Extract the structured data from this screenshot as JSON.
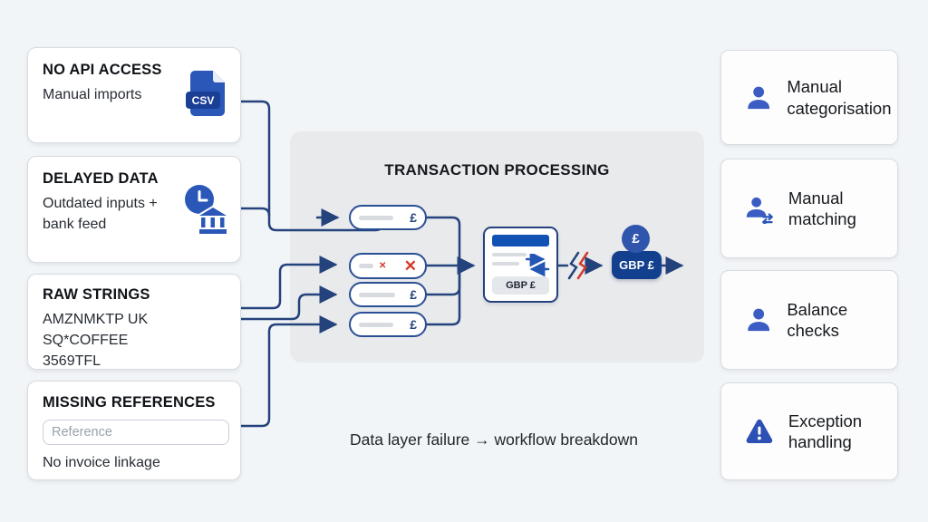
{
  "colors": {
    "background": "#f2f5f7",
    "panel": "#e8eaec",
    "navy_line": "#24427c",
    "blue": "#2456b4",
    "icon_blue": "#3a5cc3",
    "red": "#d5392b",
    "badge_navy": "#123f8e",
    "coin_blue": "#2f55ad"
  },
  "left_cards": [
    {
      "title": "NO API ACCESS",
      "lines": [
        "Manual imports"
      ],
      "icon": "csv-file",
      "csv_label": "CSV"
    },
    {
      "title": "DELAYED DATA",
      "lines": [
        "Outdated inputs +",
        "bank feed"
      ],
      "icon": "clock-bank"
    },
    {
      "title": "RAW STRINGS",
      "lines": [
        "AMZNMKTP UK",
        "SQ*COFFEE",
        "3569TFL"
      ]
    },
    {
      "title": "MISSING REFERENCES",
      "input_placeholder": "Reference",
      "lines": [
        "No invoice linkage"
      ]
    }
  ],
  "center": {
    "title": "TRANSACTION PROCESSING",
    "pound": "£",
    "fail_x_small": "✕",
    "fail_x_large": "✕",
    "doc_currency": "GBP £",
    "output_currency": "GBP £",
    "output_coin": "£"
  },
  "right_cards": [
    {
      "label": "Manual categorisation",
      "icon": "person"
    },
    {
      "label": "Manual matching",
      "icon": "person-swap"
    },
    {
      "label": "Balance checks",
      "icon": "person"
    },
    {
      "label": "Exception handling",
      "icon": "warning-triangle"
    }
  ],
  "caption": {
    "text": "Data layer failure → workflow breakdown"
  }
}
